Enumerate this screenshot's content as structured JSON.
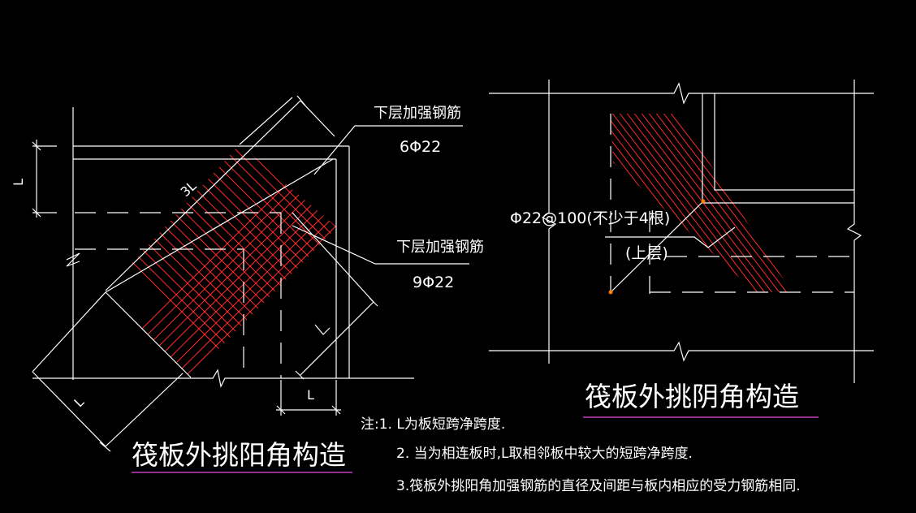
{
  "left_detail": {
    "title": "筏板外挑阳角构造",
    "dim_3L": "3L",
    "dim_L_left": "L",
    "dim_L_bottom": "L",
    "dim_L_diag": "L",
    "dim_L_corner": "L",
    "rebar_callout_1": {
      "label": "下层加强钢筋",
      "spec": "6Φ22"
    },
    "rebar_callout_2": {
      "label": "下层加强钢筋",
      "spec": "9Φ22"
    }
  },
  "right_detail": {
    "title": "筏板外挑阴角构造",
    "rebar_spec": "Φ22@100(不少于4根)",
    "rebar_layer": "(上层)"
  },
  "notes": [
    "注:1. L为板短跨净跨度.",
    "2. 当为相连板时,L取相邻板中较大的短跨净跨度.",
    "3.筏板外挑阳角加强钢筋的直径及间距与板内相应的受力钢筋相同."
  ],
  "colors": {
    "background": "#000000",
    "lines": "#ffffff",
    "rebar": "#ff2a2a",
    "title_underline": "#c040c0",
    "marker": "#ff8000"
  }
}
